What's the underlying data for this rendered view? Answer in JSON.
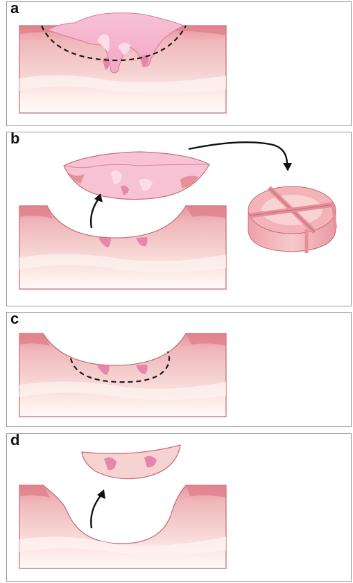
{
  "panels": [
    {
      "label": "a"
    },
    {
      "label": "b"
    },
    {
      "label": "c"
    },
    {
      "label": "d"
    }
  ],
  "colors": {
    "tissue_top": "#eaa1a8",
    "tissue_mid": "#f2c7c9",
    "tissue_low": "#fbe8e5",
    "tissue_edge": "#c8646e",
    "lesion": "#f6b8cf",
    "lesion_dark": "#e07fa6",
    "lesion_light": "#fbd9e4",
    "outline": "#c86d75",
    "dashed": "#1a1a1a",
    "arrow": "#111111",
    "panel_border": "#9a9a9a"
  },
  "icons": [
    "curved-arrow-icon",
    "quartered-specimen-icon"
  ]
}
